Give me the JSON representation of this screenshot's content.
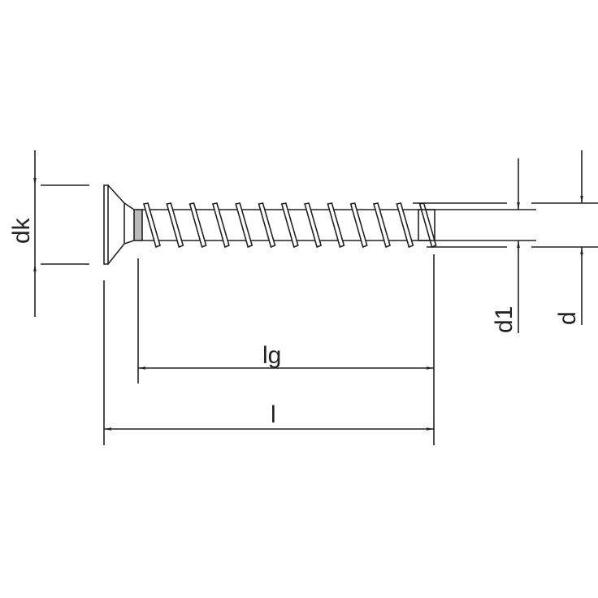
{
  "labels": {
    "dk": "dk",
    "lg": "lg",
    "l": "l",
    "d1": "d1",
    "d": "d"
  },
  "colors": {
    "stroke": "#222222",
    "background": "#ffffff"
  },
  "thread_turns": 13
}
